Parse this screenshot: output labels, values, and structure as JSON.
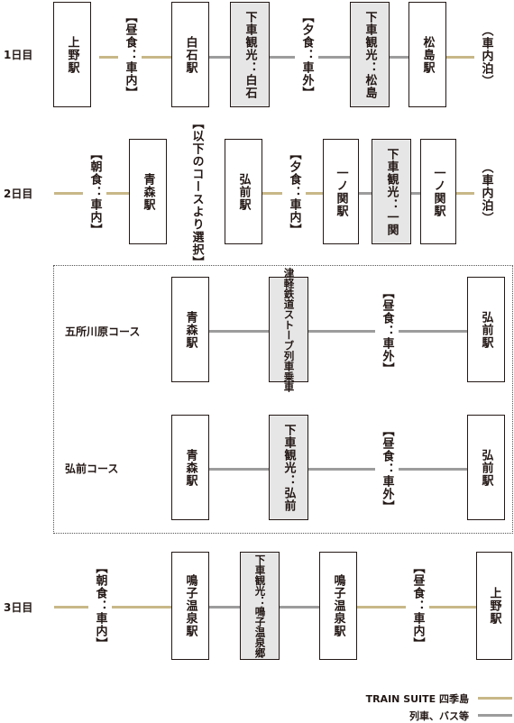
{
  "day1": {
    "label": "1日目",
    "ueno": "上野駅",
    "meal1": "【昼食：車内】",
    "shiroishi": "白石駅",
    "tour1": "下車観光：白石",
    "meal2": "【夕食：車外】",
    "tour2": "下車観光：松島",
    "matsushima": "松島駅",
    "stay": "（車内泊）"
  },
  "day2": {
    "label": "2日目",
    "meal1": "【朝食：車内】",
    "aomori": "青森駅",
    "select": "【以下のコースより選択】",
    "hirosaki": "弘前駅",
    "meal2": "【夕食：車内】",
    "ichinoseki1": "一ノ関駅",
    "tour": "下車観光：一関",
    "ichinoseki2": "一ノ関駅",
    "stay": "（車内泊）"
  },
  "course1": {
    "label": "五所川原コース",
    "aomori": "青森駅",
    "tour": "津軽鉄道ストーブ列車乗車",
    "meal": "【昼食：車外】",
    "hirosaki": "弘前駅"
  },
  "course2": {
    "label": "弘前コース",
    "aomori": "青森駅",
    "tour": "下車観光：弘前",
    "meal": "【昼食：車外】",
    "hirosaki": "弘前駅"
  },
  "day3": {
    "label": "3日目",
    "meal1": "【朝食：車内】",
    "naruko1": "鳴子温泉駅",
    "tour": "下車観光：鳴子温泉郷",
    "naruko2": "鳴子温泉駅",
    "meal2": "【昼食：車内】",
    "ueno": "上野駅"
  },
  "legend": {
    "train_suite": "TRAIN SUITE 四季島",
    "other": "列車、バス等"
  },
  "colors": {
    "train_suite": "#c8b888",
    "other": "#9c9c9c",
    "shade": "#e6e6e6"
  }
}
